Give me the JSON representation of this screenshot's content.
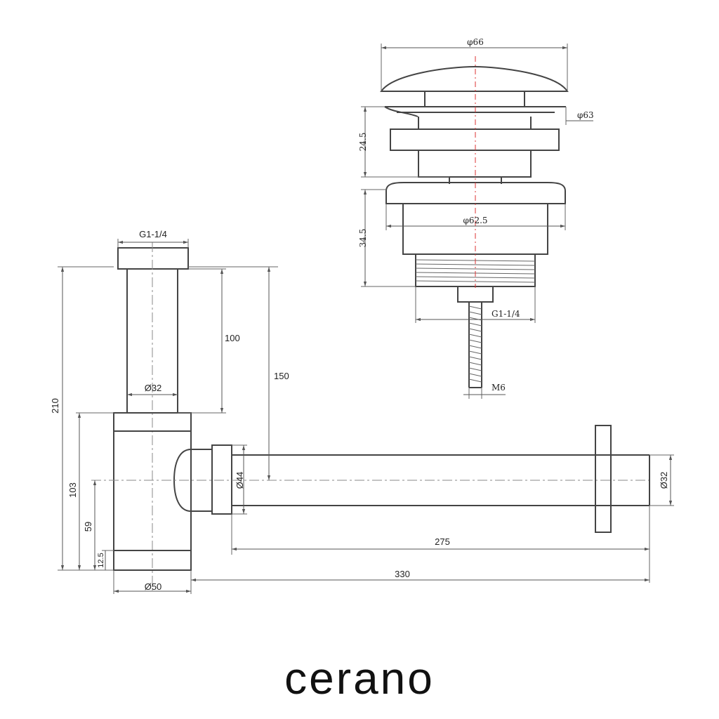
{
  "brand": {
    "name": "cerano"
  },
  "siphon": {
    "labels": {
      "thread_top": "G1-1/4",
      "height_100": "100",
      "height_150": "150",
      "height_210": "210",
      "height_103": "103",
      "height_59": "59",
      "height_12_5": "12.5",
      "dia_32_tube": "Ø32",
      "dia_50_body": "Ø50",
      "dia_44_nut": "Ø44",
      "dia_32_wall": "Ø32",
      "length_275": "275",
      "length_330": "330"
    }
  },
  "waste": {
    "labels": {
      "dia_66": "φ66",
      "dia_63": "φ63",
      "dia_62_5": "φ62.5",
      "height_24_5": "24.5",
      "height_34_5": "34.5",
      "thread": "G1-1/4",
      "bolt": "M6"
    }
  }
}
